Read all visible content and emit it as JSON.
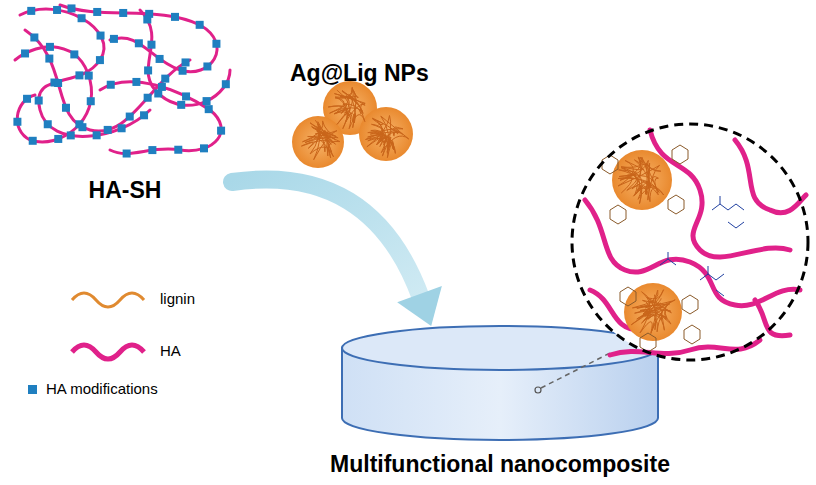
{
  "diagram": {
    "nodes": [
      {
        "text": [
          "HA-SH"
        ]
      },
      {
        "text": [
          "Multifunctional nanocomposite"
        ]
      }
    ],
    "edges": [
      {
        "from": 0,
        "to": 1,
        "arrow": "to"
      }
    ],
    "labels": [
      "Ag@Lig NPs"
    ],
    "legend": [
      {
        "text": "lignin"
      },
      {
        "text": "HA"
      },
      {
        "text": "HA modifications"
      }
    ]
  }
}
